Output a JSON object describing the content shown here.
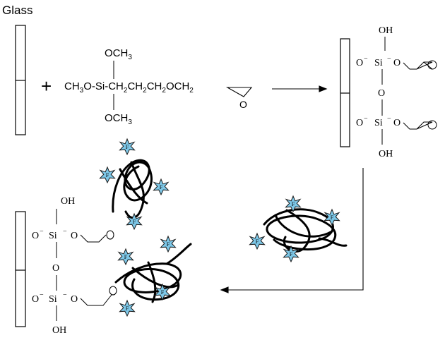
{
  "title": "Glass",
  "reagent": {
    "plus": "+",
    "top_group": "OCH",
    "top_sub": "3",
    "main_pre": "CH",
    "main_sub1": "3",
    "main_mid": "O-Si-CH",
    "main_sub2": "2",
    "main_mid2": "CH",
    "main_sub3": "2",
    "main_mid3": "CH",
    "main_sub4": "2",
    "main_mid4": "OCH",
    "main_sub5": "2",
    "bottom_group": "OCH",
    "bottom_sub": "3",
    "epoxide_o": "O"
  },
  "product_top": {
    "oh_top": "OH",
    "o_left_1": "O",
    "si_1": "Si",
    "o_right_1": "O",
    "o_bridge": "O",
    "o_left_2": "O",
    "si_2": "Si",
    "o_right_2": "O",
    "oh_bottom": "OH"
  },
  "product_final": {
    "oh_top": "OH",
    "o_left_1": "O",
    "si_1": "Si",
    "o_right_1": "O",
    "o_bridge": "O",
    "o_left_2": "O",
    "si_2": "Si",
    "o_right_2": "O",
    "oh_bottom": "OH"
  },
  "protein_label": "F",
  "colors": {
    "ink": "#000000",
    "star_fill": "#7ec8e8",
    "star_stroke": "#1a1a1a"
  }
}
